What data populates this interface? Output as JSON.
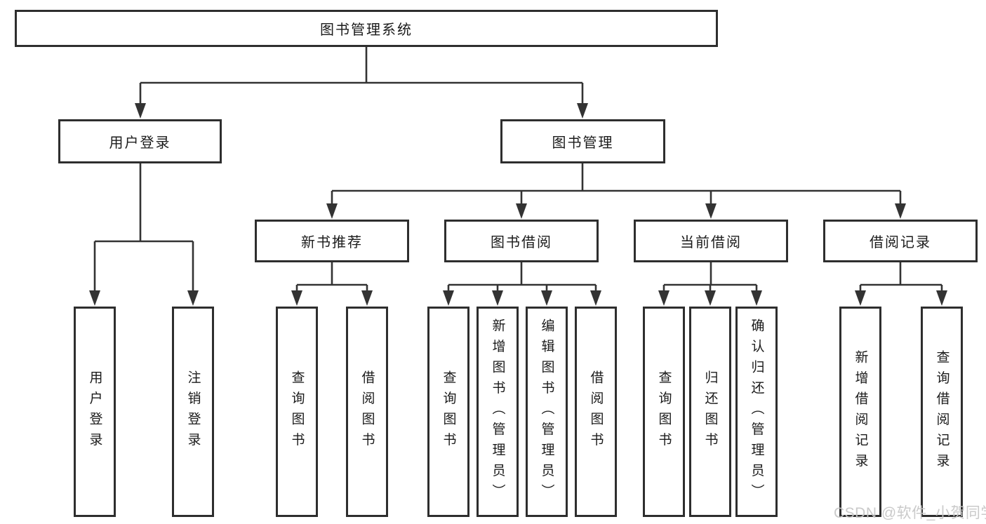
{
  "tree": {
    "root": "图书管理系统",
    "branches": [
      {
        "label": "用户登录",
        "children": [
          "用户登录",
          "注销登录"
        ]
      },
      {
        "label": "图书管理",
        "groups": [
          {
            "label": "新书推荐",
            "children": [
              "查询图书",
              "借阅图书"
            ]
          },
          {
            "label": "图书借阅",
            "children": [
              "查询图书",
              "新增图书（管理员）",
              "编辑图书（管理员）",
              "借阅图书"
            ]
          },
          {
            "label": "当前借阅",
            "children": [
              "查询图书",
              "归还图书",
              "确认归还（管理员）"
            ]
          },
          {
            "label": "借阅记录",
            "children": [
              "新增借阅记录",
              "查询借阅记录"
            ]
          }
        ]
      }
    ]
  },
  "watermark": "CSDN @软件_小贺同学",
  "colors": {
    "line": "#333333",
    "box_border": "#2e2e2e",
    "text": "#1b1b1b",
    "watermark": "#c7c7c7",
    "background": "#ffffff"
  }
}
